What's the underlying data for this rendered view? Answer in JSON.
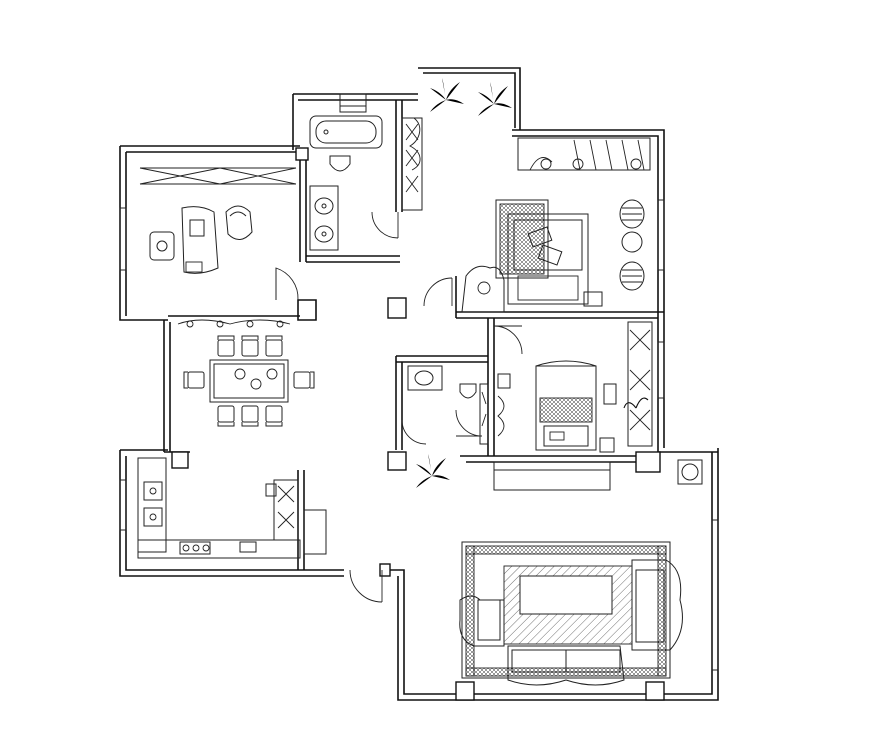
{
  "drawing": {
    "kind": "floor-plan",
    "line_color": "#111111",
    "background": "#ffffff",
    "rooms": [
      "study",
      "bathroom-1",
      "balcony-north",
      "master-bedroom",
      "dining-room",
      "bathroom-2",
      "bedroom-2",
      "kitchen",
      "living-room"
    ]
  }
}
